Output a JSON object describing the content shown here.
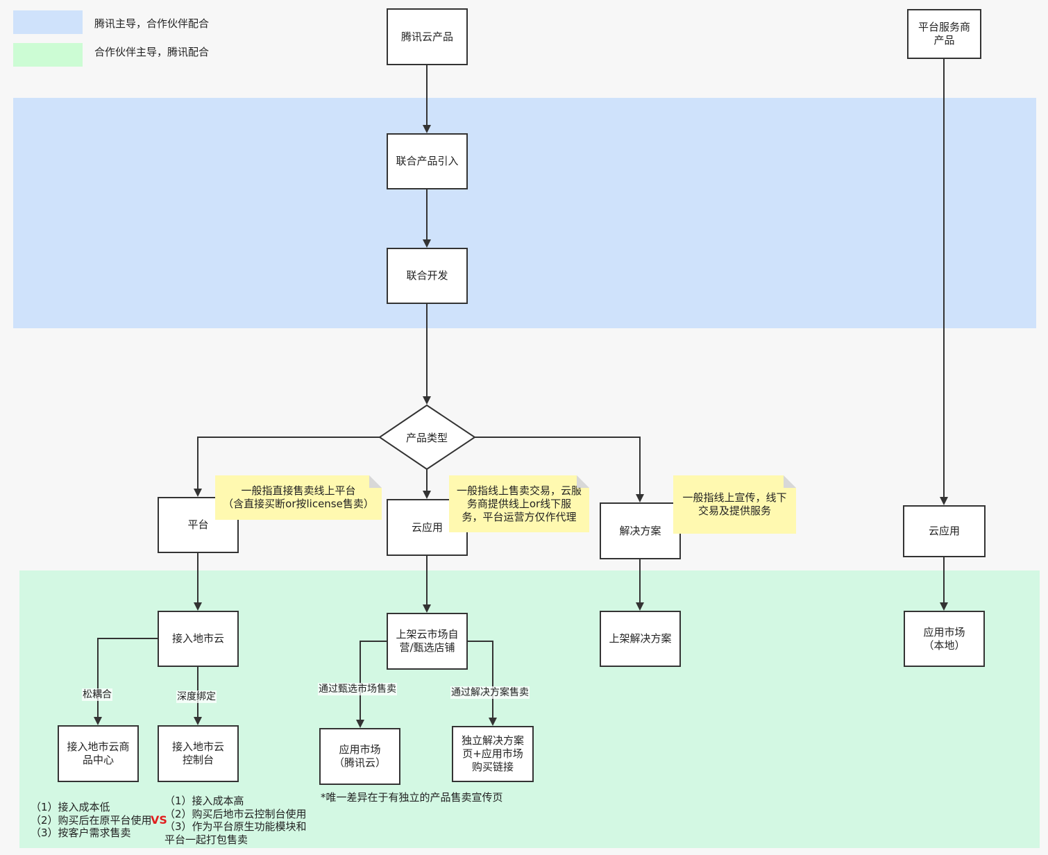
{
  "colors": {
    "tencent_band": "#cfe2fb",
    "partner_band": "#d3f8e3",
    "legend_blue": "#cfe2fb",
    "legend_green": "#ccfcd4",
    "note_yellow": "#fff9b0",
    "vs_red": "#e02020"
  },
  "legend": [
    {
      "label": "腾讯主导，合作伙伴配合"
    },
    {
      "label": "合作伙伴主导，腾讯配合"
    }
  ],
  "nodes": {
    "tencent_product": "腾讯云产品",
    "platform_vendor_product": "平台服务商\n产品",
    "joint_intro": "联合产品引入",
    "joint_dev": "联合开发",
    "product_type": "产品类型",
    "platform": "平台",
    "cloud_app": "云应用",
    "solution": "解决方案",
    "vendor_cloud_app": "云应用",
    "connect_local_cloud": "接入地市云",
    "list_marketplace": "上架云市场自\n营/甄选店铺",
    "list_solution": "上架解决方案",
    "app_market_local": "应用市场\n（本地）",
    "local_cloud_store": "接入地市云商\n品中心",
    "local_cloud_console": "接入地市云\n控制台",
    "app_market_tencent": "应用市场\n（腾讯云）",
    "solution_page": "独立解决方案\n页+应用市场\n购买链接"
  },
  "notes": {
    "platform_note": "一般指直接售卖线上平台\n（含直接买断or按license售卖）",
    "cloud_app_note": "一般指线上售卖交易，云服\n务商提供线上or线下服\n务，平台运营方仅作代理",
    "solution_note": "一般指线上宣传，线下\n交易及提供服务"
  },
  "edge_labels": {
    "loose": "松耦合",
    "deep": "深度绑定",
    "via_select": "通过甄选市场售卖",
    "via_solution": "通过解决方案售卖"
  },
  "comments": {
    "loose_points": "（1）接入成本低\n（2）购买后在原平台使用\n（3）按客户需求售卖",
    "vs": "VS",
    "deep_points": "（1）接入成本高\n（2）购买后地市云控制台使用\n（3）作为平台原生功能模块和\n平台一起打包售卖",
    "difference": "*唯一差异在于有独立的产品售卖宣传页"
  }
}
